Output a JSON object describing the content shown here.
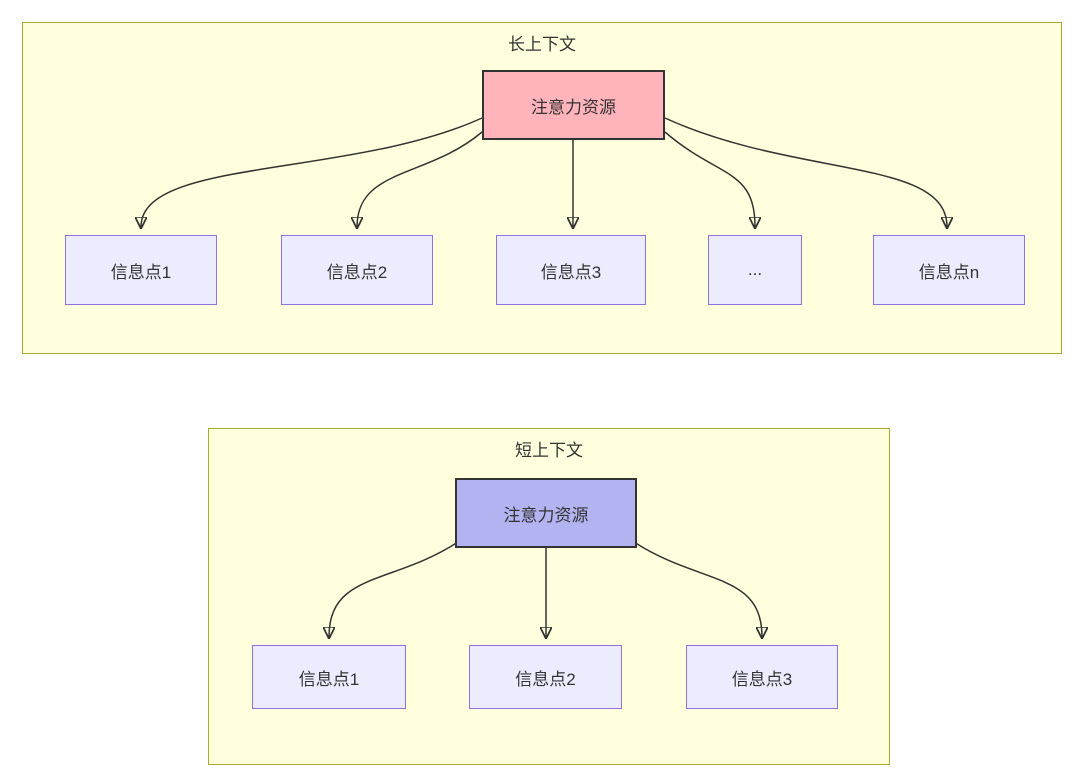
{
  "diagram": {
    "long_context": {
      "title": "长上下文",
      "attention": {
        "label": "注意力资源",
        "fill": "#ffb3ba"
      },
      "targets": [
        {
          "label": "信息点1"
        },
        {
          "label": "信息点2"
        },
        {
          "label": "信息点3"
        },
        {
          "label": "..."
        },
        {
          "label": "信息点n"
        }
      ]
    },
    "short_context": {
      "title": "短上下文",
      "attention": {
        "label": "注意力资源",
        "fill": "#b3b3f1"
      },
      "targets": [
        {
          "label": "信息点1"
        },
        {
          "label": "信息点2"
        },
        {
          "label": "信息点3"
        }
      ]
    },
    "colors": {
      "page_bg": "#ffffff",
      "group_fill": "#ffffde",
      "group_border": "#aaaa33",
      "attention_long_fill": "#ffb3ba",
      "attention_short_fill": "#b3b3f1",
      "info_fill": "#ececff",
      "info_border": "#9370db",
      "node_stroke_dark": "#333333",
      "line": "#333333",
      "text": "#333333"
    }
  }
}
